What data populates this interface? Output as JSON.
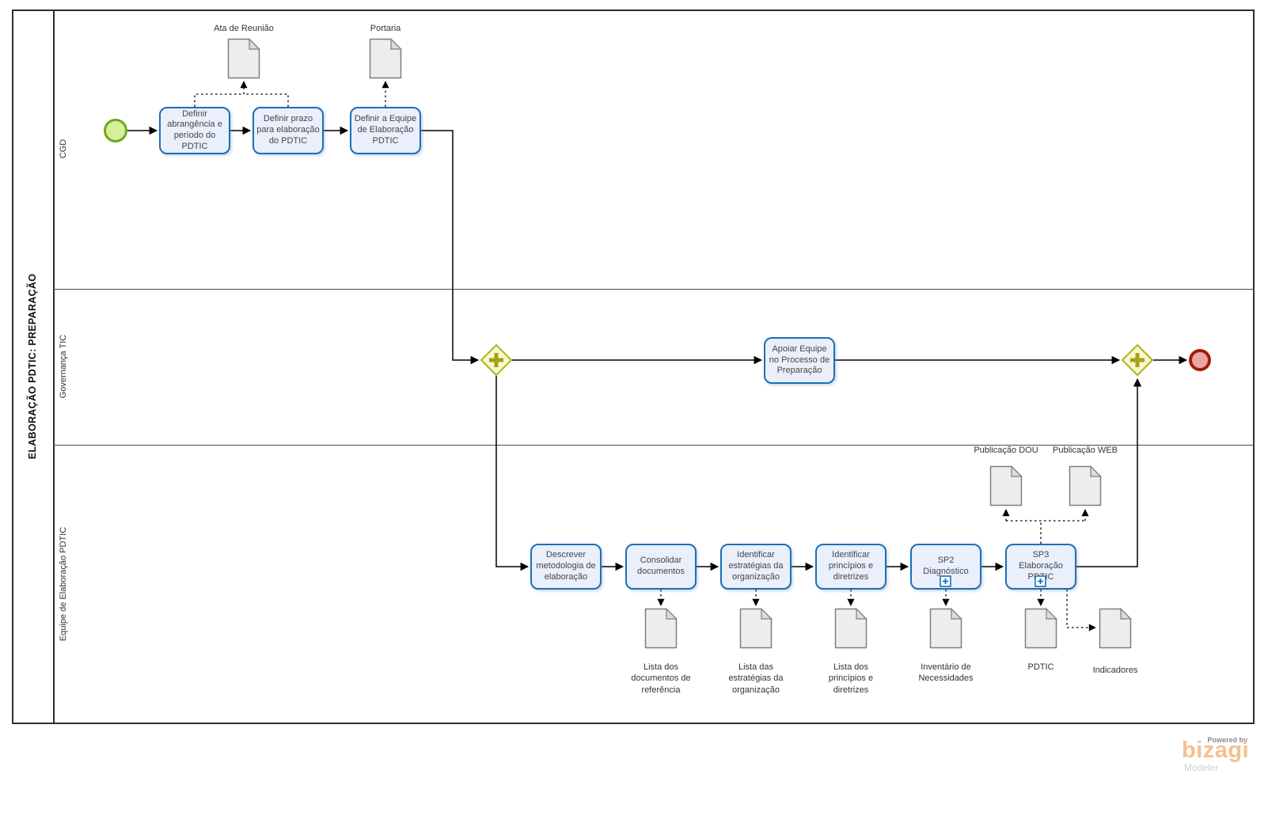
{
  "pool": {
    "title": "ELABORAÇÃO PDTIC: PREPARAÇÃO"
  },
  "lanes": {
    "cgd": "CGD",
    "governanca": "Governança TIC",
    "equipe": "Equipe de Elaboração PDTIC"
  },
  "tasks": {
    "definir_abrangencia": "Definir\nabrangência e\nperíodo do\nPDTIC",
    "definir_prazo": "Definir prazo\npara elaboração\ndo PDTIC",
    "definir_equipe": "Definir a Equipe\nde Elaboração\nPDTIC",
    "apoiar_equipe": "Apoiar Equipe\nno Processo de\nPreparação",
    "descrever_metodologia": "Descrever\nmetodologia de\nelaboração",
    "consolidar_documentos": "Consolidar\ndocumentos",
    "identificar_estrategias": "Identificar\nestratégias da\norganização",
    "identificar_principios": "Identificar\nprincípios e\ndiretrizes",
    "sp2_diagnostico": "SP2\nDiagnóstico",
    "sp3_elaboracao": "SP3\nElaboração\nPDTIC"
  },
  "documents": {
    "ata_reuniao": "Ata de Reunião",
    "portaria": "Portaria",
    "publicacao_dou": "Publicação DOU",
    "publicacao_web": "Publicação WEB",
    "lista_documentos": "Lista dos\ndocumentos de\nreferência",
    "lista_estrategias": "Lista das\nestratégias da\norganização",
    "lista_principios": "Lista dos\nprincípios e\ndiretrizes",
    "inventario": "Inventário de\nNecessidades",
    "pdtic": "PDTIC",
    "indicadores": "Indicadores"
  },
  "branding": {
    "powered_by": "Powered by",
    "logo_text": "bizagi",
    "product": "Modeler"
  },
  "colors": {
    "task_fill": "#e9effb",
    "task_border": "#1a70b7",
    "start_fill": "#d8ef99",
    "start_border": "#6fa722",
    "end_fill": "#eba5a2",
    "end_border": "#a31b10",
    "gateway_fill": "#f8f7cf",
    "gateway_border": "#b2b31b",
    "gateway_cross": "#a2a316",
    "document_fill": "#ededed",
    "document_border": "#7f7f7f",
    "logo_color": "#f5c08e"
  }
}
